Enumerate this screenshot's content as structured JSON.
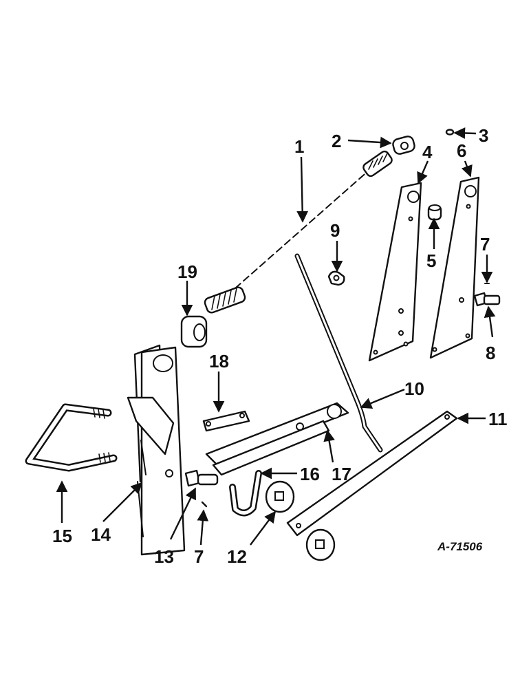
{
  "callouts": {
    "c1": "1",
    "c2": "2",
    "c3": "3",
    "c4": "4",
    "c5": "5",
    "c6": "6",
    "c7a": "7",
    "c7b": "7",
    "c8": "8",
    "c9": "9",
    "c10": "10",
    "c11": "11",
    "c12": "12",
    "c13": "13",
    "c14": "14",
    "c15": "15",
    "c16": "16",
    "c17": "17",
    "c18": "18",
    "c19": "19"
  },
  "reference_code": "A-71506"
}
